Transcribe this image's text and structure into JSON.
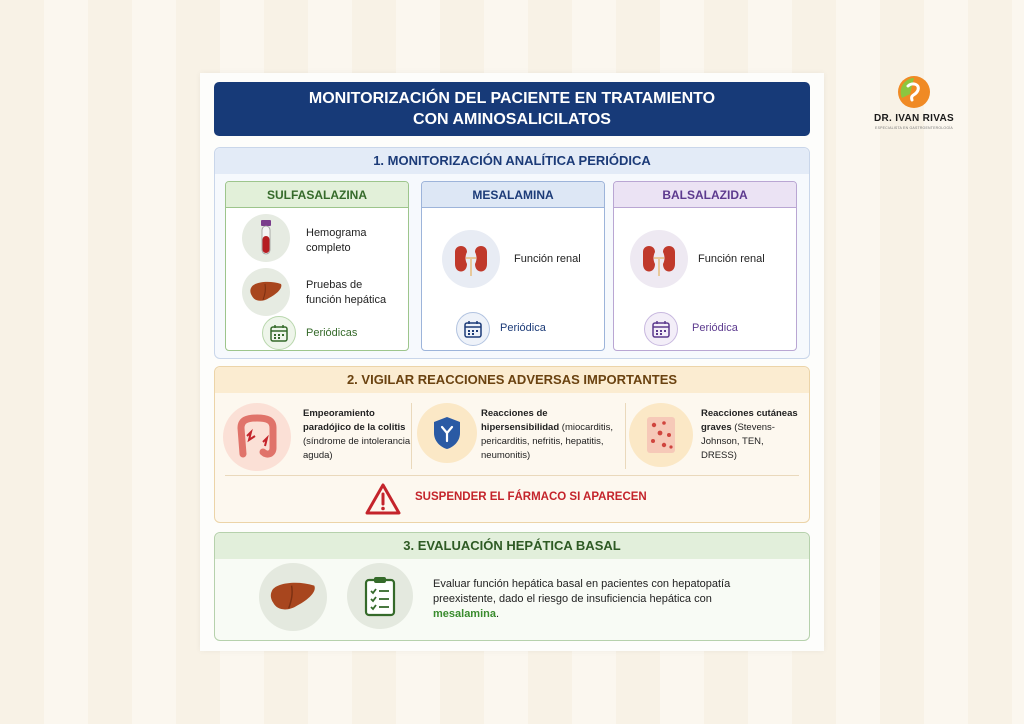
{
  "title": {
    "line1": "MONITORIZACIÓN DEL PACIENTE EN TRATAMIENTO",
    "line2": "CON AMINOSALICILATOS"
  },
  "section1": {
    "heading": "1. MONITORIZACIÓN ANALÍTICA PERIÓDICA",
    "sulfasalazina": {
      "name": "SULFASALAZINA",
      "item1": "Hemograma completo",
      "item2": "Pruebas de función hepática",
      "frequency": "Periódicas"
    },
    "mesalamina": {
      "name": "MESALAMINA",
      "item1": "Función renal",
      "frequency": "Periódica"
    },
    "balsalazida": {
      "name": "BALSALAZIDA",
      "item1": "Función renal",
      "frequency": "Periódica"
    }
  },
  "section2": {
    "heading": "2. VIGILAR REACCIONES ADVERSAS IMPORTANTES",
    "reaction1": {
      "title": "Empeoramiento paradójico de la colitis",
      "detail": "(síndrome de intolerancia aguda)"
    },
    "reaction2": {
      "title": "Reacciones de hipersensibilidad",
      "detail": "(miocarditis, pericarditis, nefritis, hepatitis, neumonitis)"
    },
    "reaction3": {
      "title": "Reacciones cutáneas graves",
      "detail": "(Stevens-Johnson, TEN, DRESS)"
    },
    "warning": "SUSPENDER EL FÁRMACO SI APARECEN"
  },
  "section3": {
    "heading": "3. EVALUACIÓN HEPÁTICA BASAL",
    "text_before": "Evaluar función hepática basal en pacientes con hepatopatía preexistente, dado el riesgo de insuficiencia hepática con ",
    "highlight": "mesalamina",
    "text_after": "."
  },
  "logo": {
    "name": "DR. IVAN RIVAS",
    "tagline": "ESPECIALISTA EN GASTROENTEROLOGÍA"
  },
  "colors": {
    "navy": "#173a78",
    "green": "#356a2a",
    "purple": "#5c3a8e",
    "red": "#c4242b",
    "orange": "#f08a24"
  }
}
